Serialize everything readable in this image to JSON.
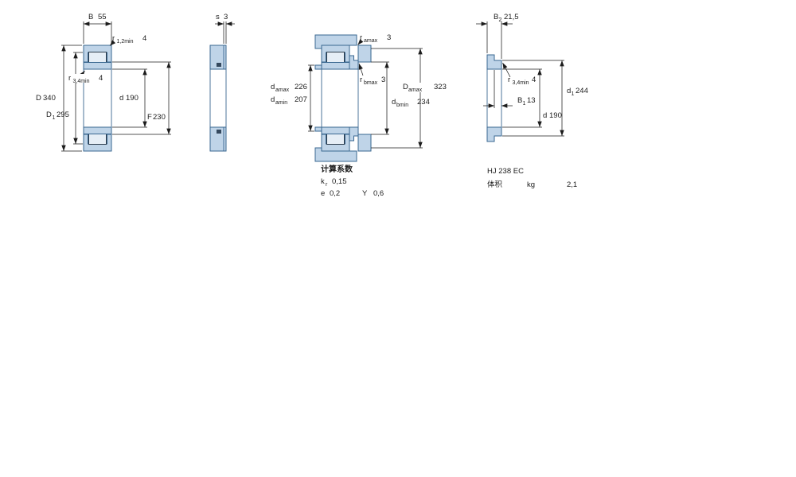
{
  "colors": {
    "section_fill": "#bfd4e8",
    "section_stroke": "#3a6790",
    "dimension_color": "#1c1c1c"
  },
  "view1": {
    "B": {
      "label": "B",
      "value": "55"
    },
    "r12": {
      "label": "r",
      "sub": "1,2min",
      "value": "4"
    },
    "r34": {
      "label": "r",
      "sub": "3,4min",
      "value": "4"
    },
    "D": {
      "label": "D",
      "value": "340"
    },
    "D1": {
      "label": "D",
      "sub": "1",
      "value": "295"
    },
    "d": {
      "label": "d",
      "value": "190"
    },
    "F": {
      "label": "F",
      "value": "230"
    }
  },
  "view2": {
    "s": {
      "label": "s",
      "value": "3"
    }
  },
  "view3": {
    "ra": {
      "label": "r",
      "sub": "amax",
      "value": "3"
    },
    "rb": {
      "label": "r",
      "sub": "bmax",
      "value": "3"
    },
    "damax": {
      "label": "d",
      "sub": "amax",
      "value": "226"
    },
    "damin": {
      "label": "d",
      "sub": "amin",
      "value": "207"
    },
    "Damax": {
      "label": "D",
      "sub": "amax",
      "value": "323"
    },
    "dbmin": {
      "label": "d",
      "sub": "bmin",
      "value": "234"
    }
  },
  "calc": {
    "heading": "计算系数",
    "kr": {
      "label": "k",
      "sub": "r",
      "value": "0,15"
    },
    "e": {
      "label": "e",
      "value": "0,2"
    },
    "Y": {
      "label": "Y",
      "value": "0,6"
    }
  },
  "view4": {
    "B2": {
      "label": "B",
      "sub": "2",
      "value": "21,5"
    },
    "r34": {
      "label": "r",
      "sub": "3,4min",
      "value": "4"
    },
    "B1": {
      "label": "B",
      "sub": "1",
      "value": "13"
    },
    "d1": {
      "label": "d",
      "sub": "1",
      "value": "244"
    },
    "d": {
      "label": "d",
      "value": "190"
    },
    "designation": "HJ 238 EC",
    "mass": {
      "label": "体积",
      "unit": "kg",
      "value": "2,1"
    }
  }
}
